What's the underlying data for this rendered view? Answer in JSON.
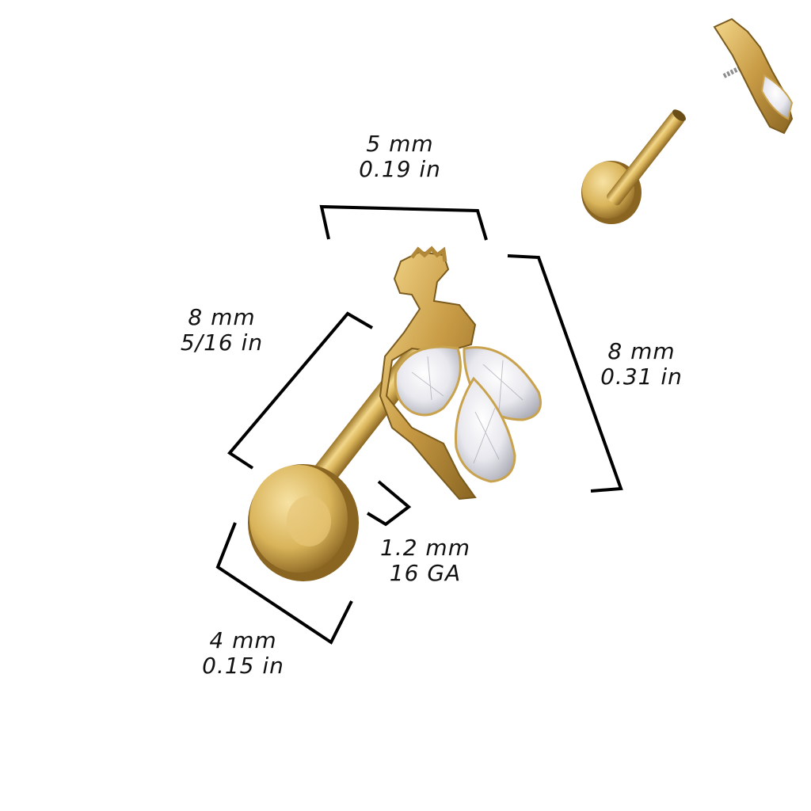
{
  "colors": {
    "background": "#ffffff",
    "dimension_line": "#000000",
    "text": "#111111",
    "gold_light": "#f3d78a",
    "gold_mid": "#d9b45a",
    "gold_dark": "#9c7628",
    "gem": "#f4f4f6"
  },
  "icons": {
    "main_product": "peacock-labret-stud-icon",
    "detail_product": "labret-disassembled-icon"
  },
  "dimensions": {
    "top_width": {
      "metric": "5 mm",
      "imperial": "0.19 in"
    },
    "right_height": {
      "metric": "8 mm",
      "imperial": "0.31 in"
    },
    "bar_length": {
      "metric": "8 mm",
      "imperial": "5/16 in"
    },
    "gauge": {
      "metric": "1.2 mm",
      "gauge": "16 GA"
    },
    "disc_diameter": {
      "metric": "4 mm",
      "imperial": "0.15 in"
    }
  }
}
